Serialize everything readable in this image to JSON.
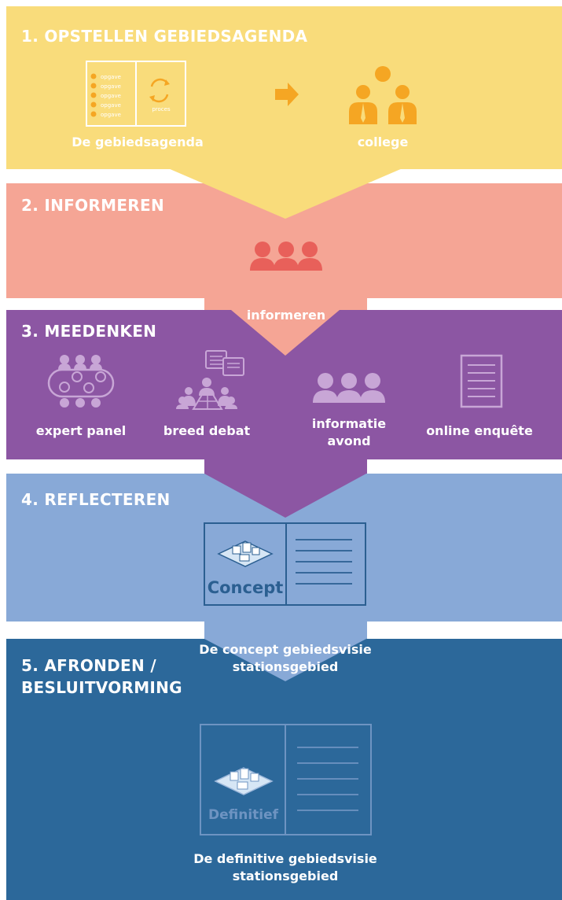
{
  "steps": [
    {
      "title": "1. OPSTELLEN GEBIEDSAGENDA",
      "color": "#F9DC7B"
    },
    {
      "title": "2. INFORMEREN",
      "color": "#F5A595"
    },
    {
      "title": "3. MEEDENKEN",
      "color": "#8C56A3"
    },
    {
      "title": "4. REFLECTEREN",
      "color": "#88A9D7"
    },
    {
      "title_line1": "5. AFRONDEN /",
      "title_line2": "BESLUITVORMING",
      "color": "#2C689A"
    }
  ],
  "step1": {
    "agenda_caption": "De  gebiedsagenda",
    "agenda_items": [
      "opgave",
      "opgave",
      "opgave",
      "opgave",
      "opgave"
    ],
    "process_label": "proces",
    "college_caption": "college",
    "accent": "#F5A623"
  },
  "step2": {
    "icon": "group-icon",
    "arrow_label": "informeren",
    "accent": "#E8605A"
  },
  "step3": {
    "expert_panel": "expert panel",
    "breed_debat": "breed debat",
    "informatie_line1": "informatie",
    "informatie_line2": "avond",
    "online_enquete": "online enquête"
  },
  "step4": {
    "document_label": "Concept",
    "caption_line1": "De  concept gebiedsvisie",
    "caption_line2": "stationsgebied",
    "accent": "#2B5F91"
  },
  "step5": {
    "document_label": "Definitief",
    "caption_line1": "De  definitive gebiedsvisie",
    "caption_line2": "stationsgebied"
  }
}
